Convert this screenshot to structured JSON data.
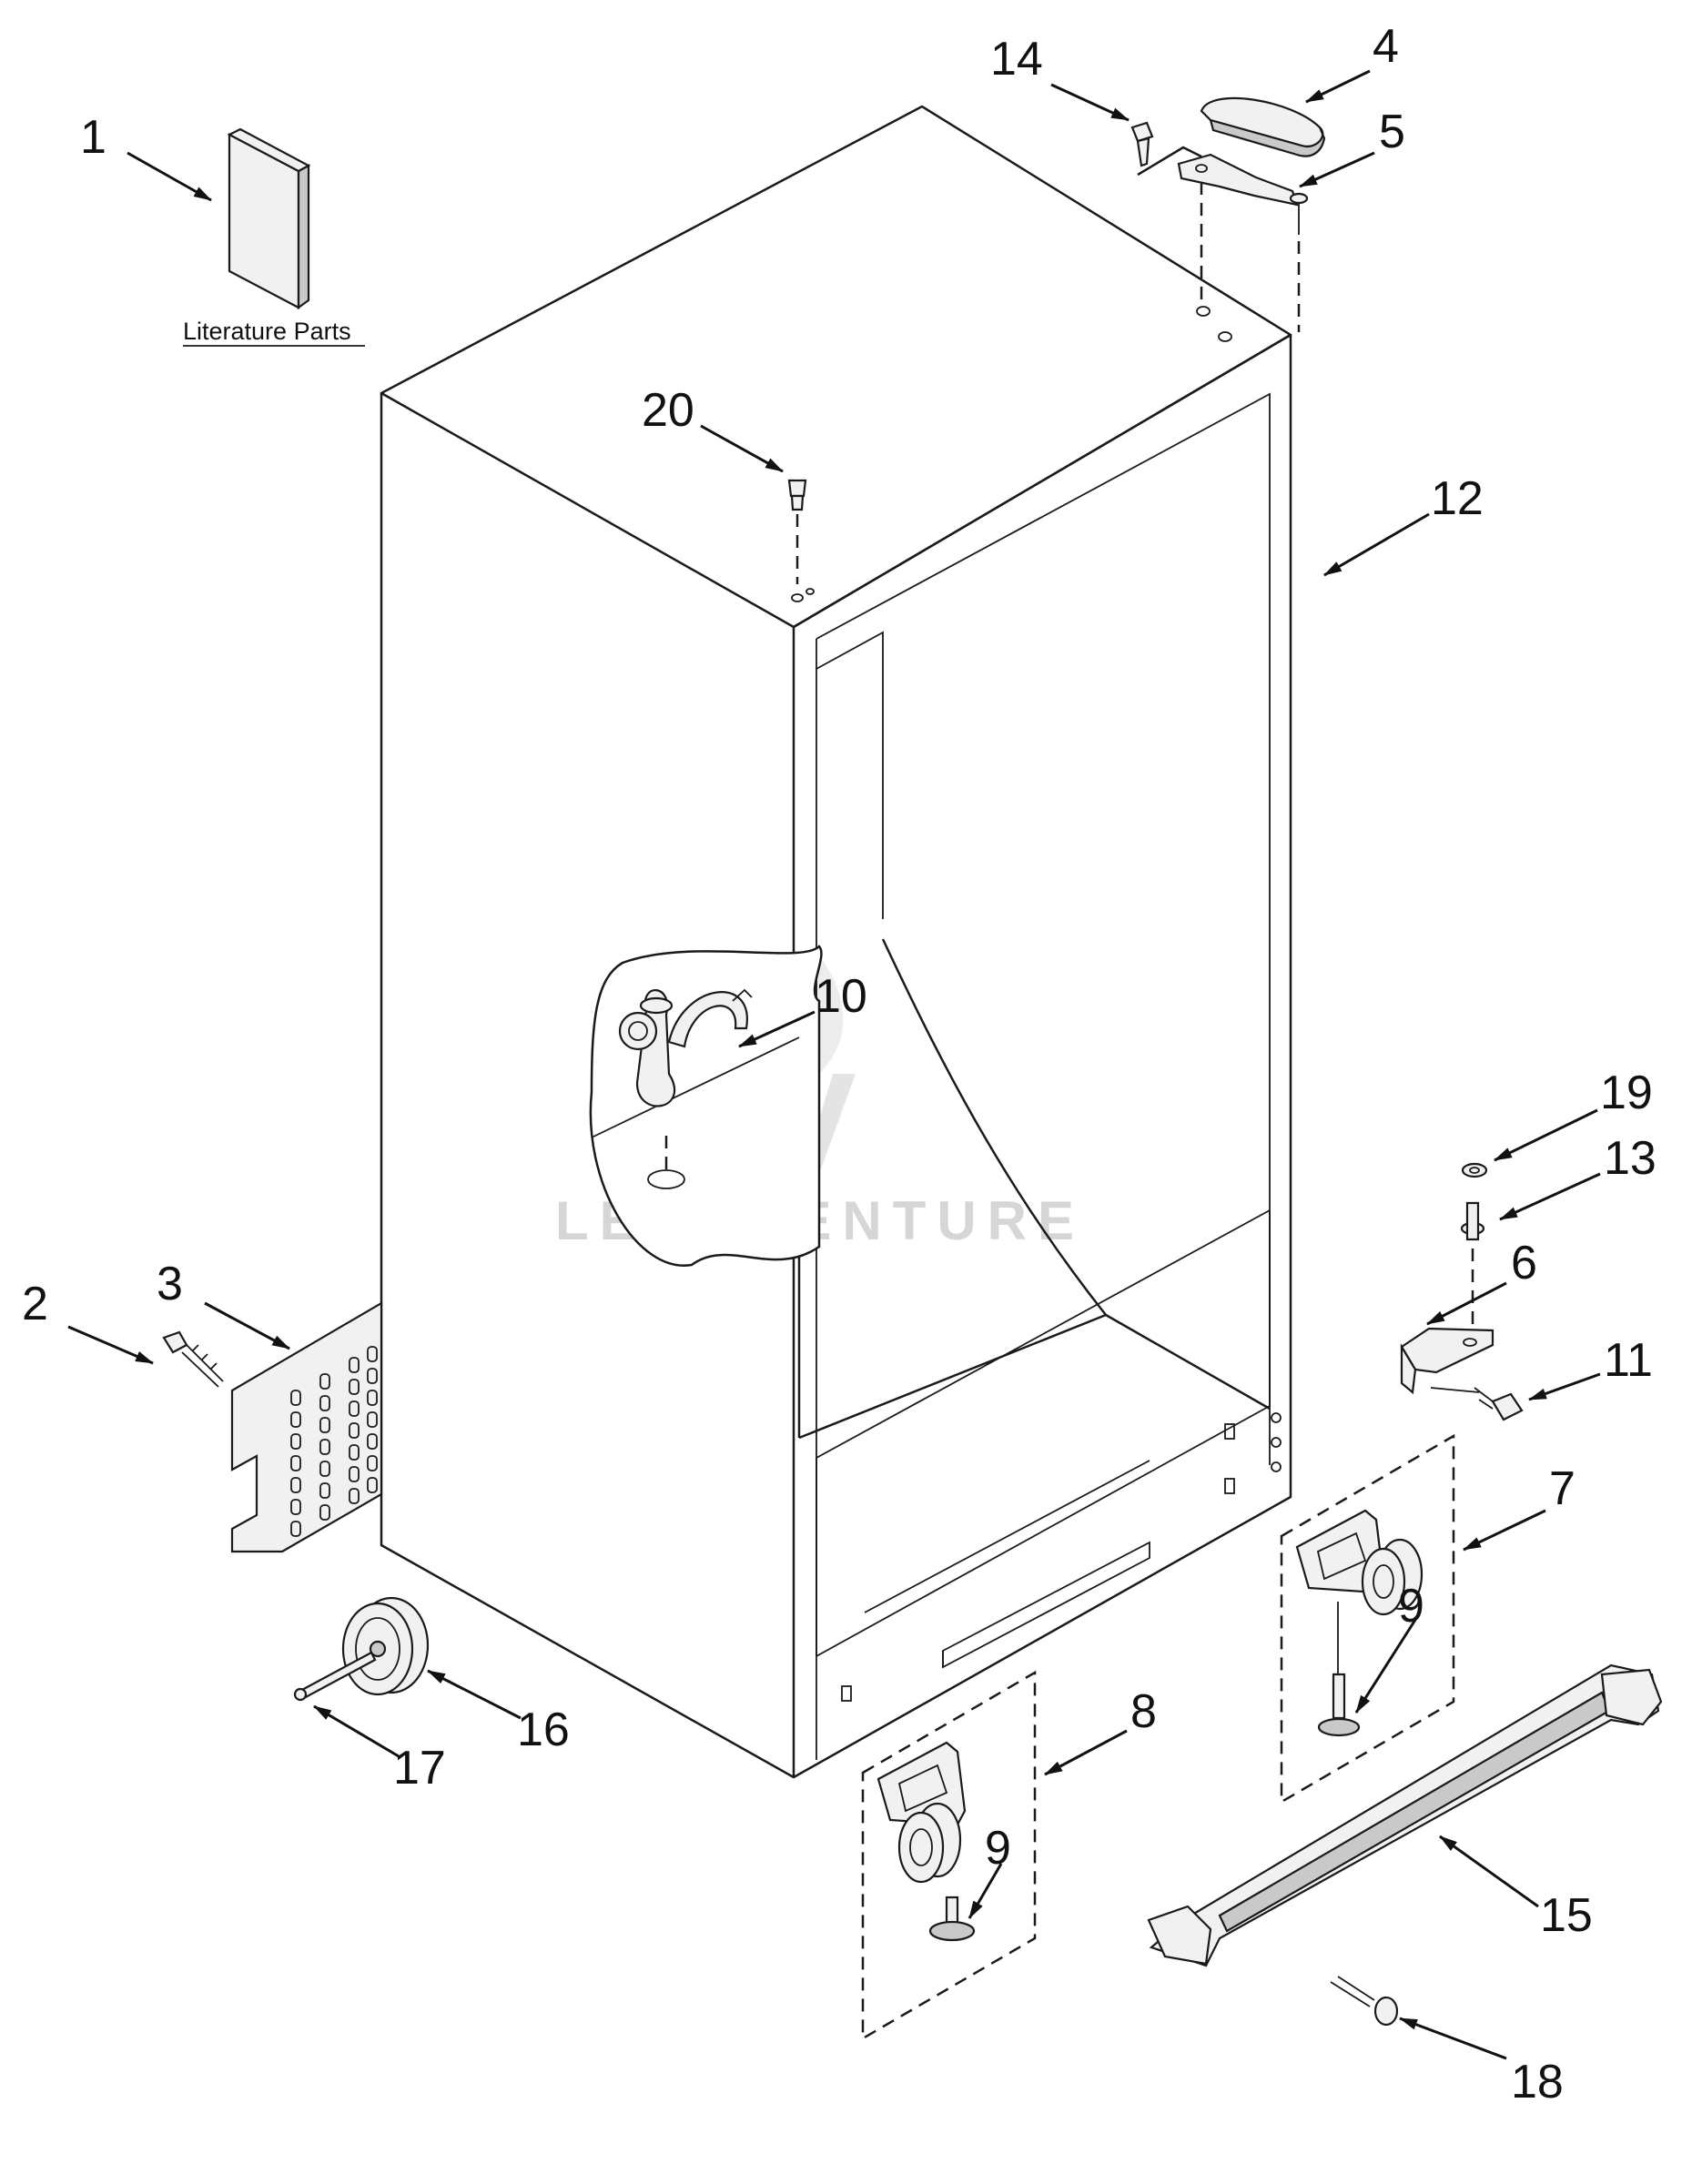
{
  "literature_label": "Literature Parts",
  "watermark": "LEADVENTURE",
  "callouts": [
    {
      "id": "1",
      "label": "1"
    },
    {
      "id": "2",
      "label": "2"
    },
    {
      "id": "3",
      "label": "3"
    },
    {
      "id": "4",
      "label": "4"
    },
    {
      "id": "5",
      "label": "5"
    },
    {
      "id": "6",
      "label": "6"
    },
    {
      "id": "7",
      "label": "7"
    },
    {
      "id": "8",
      "label": "8"
    },
    {
      "id": "9a",
      "label": "9"
    },
    {
      "id": "9b",
      "label": "9"
    },
    {
      "id": "10",
      "label": "10"
    },
    {
      "id": "11",
      "label": "11"
    },
    {
      "id": "12",
      "label": "12"
    },
    {
      "id": "13",
      "label": "13"
    },
    {
      "id": "14",
      "label": "14"
    },
    {
      "id": "15",
      "label": "15"
    },
    {
      "id": "16",
      "label": "16"
    },
    {
      "id": "17",
      "label": "17"
    },
    {
      "id": "18",
      "label": "18"
    },
    {
      "id": "19",
      "label": "19"
    },
    {
      "id": "20",
      "label": "20"
    }
  ]
}
